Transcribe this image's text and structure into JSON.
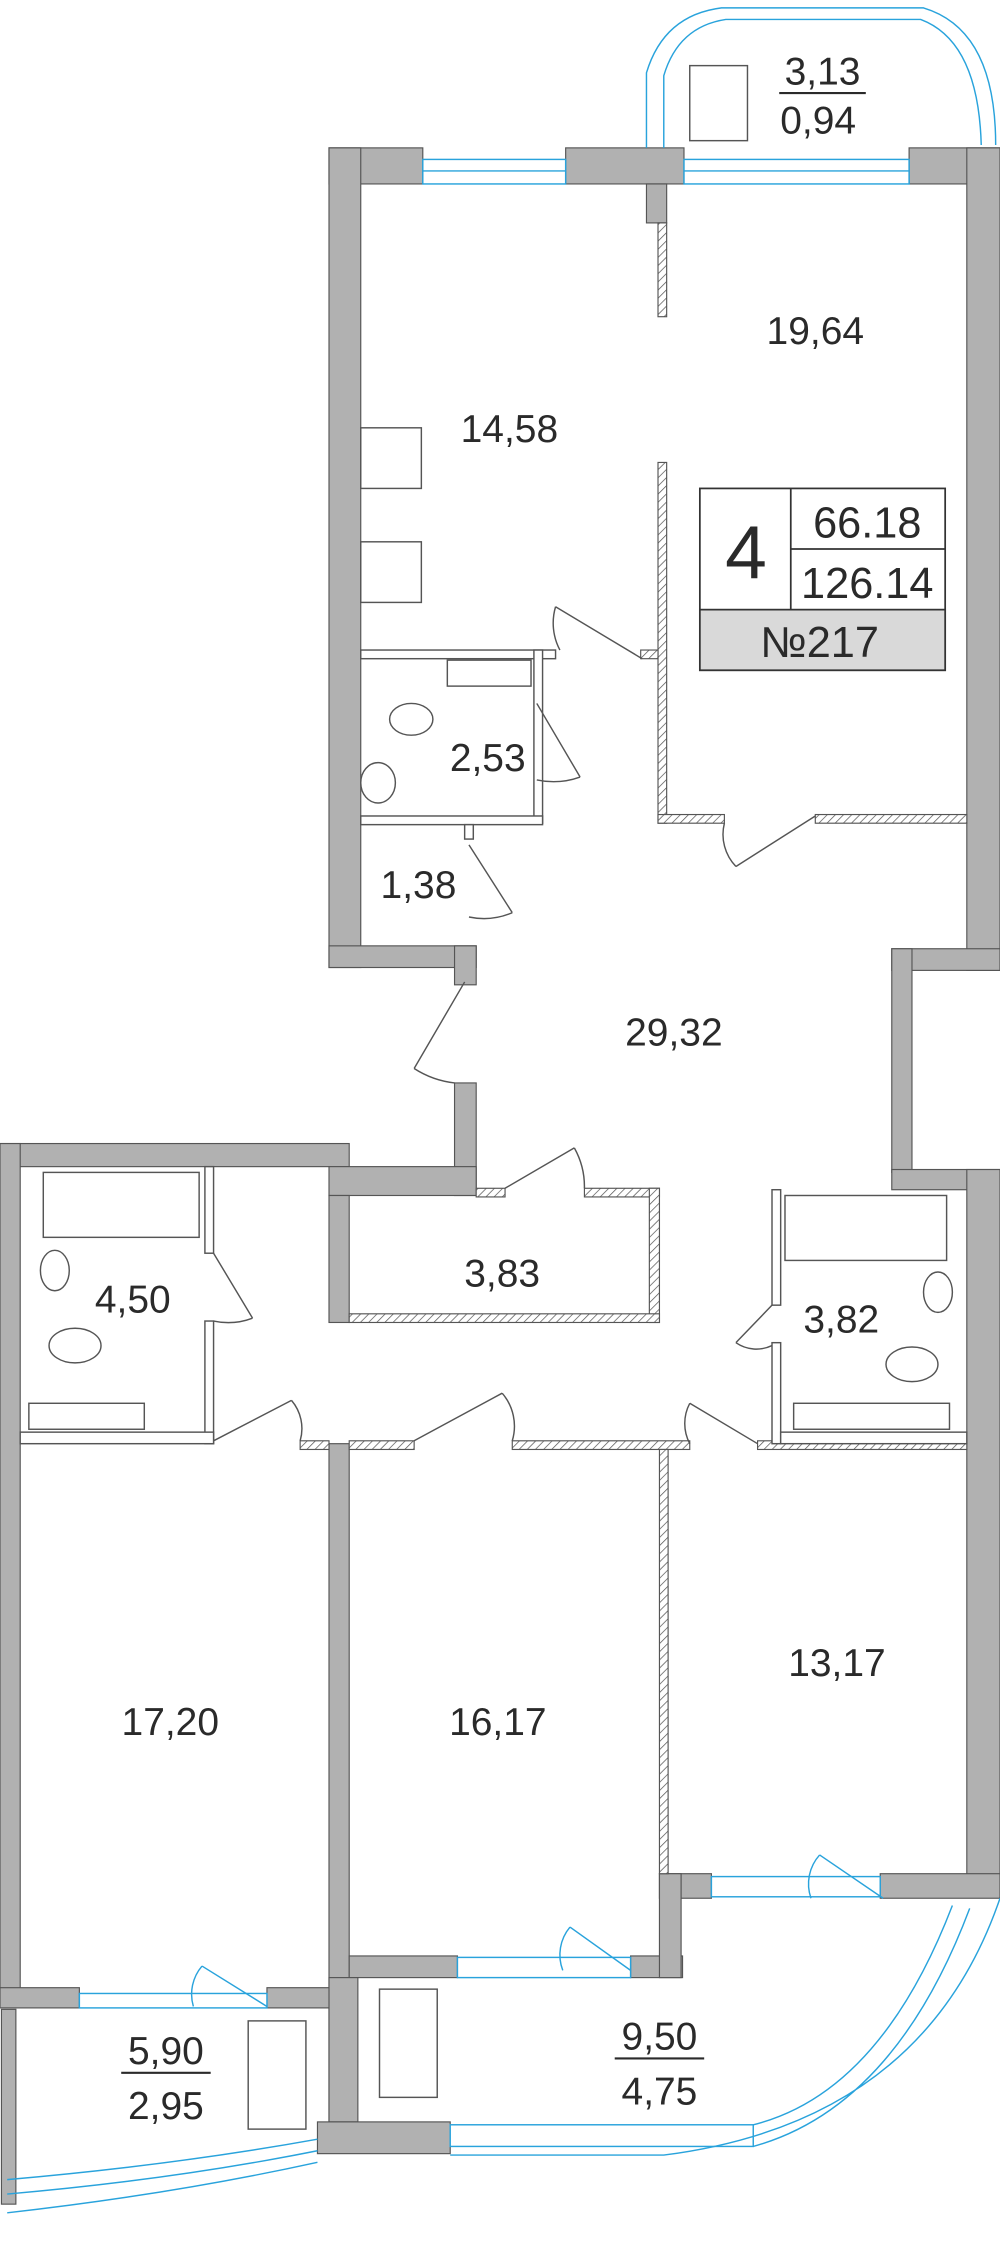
{
  "plan": {
    "rooms_count": "4",
    "living_area": "66.18",
    "total_area": "126.14",
    "apartment_number": "№217",
    "colors": {
      "wall": "#b1b1b1",
      "window": "#29a3dc",
      "text": "#2a2a2a",
      "number_bg": "#d9d9d9"
    }
  },
  "rooms": {
    "balcony_top": {
      "area": "3,13",
      "reduced": "0,94"
    },
    "living": "19,64",
    "kitchen": "14,58",
    "bath_small": "2,53",
    "storage": "1,38",
    "hall": "29,32",
    "wardrobe": "3,83",
    "bath_left": "4,50",
    "bath_right": "3,82",
    "bedroom_left": "17,20",
    "bedroom_mid": "16,17",
    "bedroom_right": "13,17",
    "balcony_left": {
      "area": "5,90",
      "reduced": "2,95"
    },
    "balcony_right": {
      "area": "9,50",
      "reduced": "4,75"
    }
  }
}
